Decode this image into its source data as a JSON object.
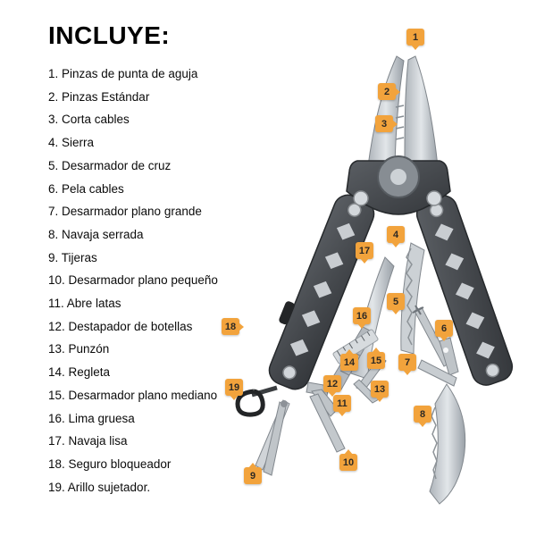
{
  "legend": {
    "title": "INCLUYE:",
    "items": [
      "1. Pinzas de punta de aguja",
      "2. Pinzas Estándar",
      "3. Corta cables",
      "4. Sierra",
      "5. Desarmador de cruz",
      "6. Pela cables",
      "7. Desarmador plano grande",
      "8. Navaja serrada",
      "9. Tijeras",
      "10. Desarmador plano pequeño",
      "11. Abre latas",
      "12. Destapador de botellas",
      "13. Punzón",
      "14. Regleta",
      "15. Desarmador plano mediano",
      "16. Lima gruesa",
      "17. Navaja lisa",
      "18. Seguro bloqueador",
      "19. Arillo sujetador."
    ]
  },
  "callouts": {
    "numbers": [
      "1",
      "2",
      "3",
      "4",
      "5",
      "6",
      "7",
      "8",
      "9",
      "10",
      "11",
      "12",
      "13",
      "14",
      "15",
      "16",
      "17",
      "18",
      "19"
    ],
    "badge_color": "#F2A33C",
    "number_color": "#2e2a25"
  }
}
